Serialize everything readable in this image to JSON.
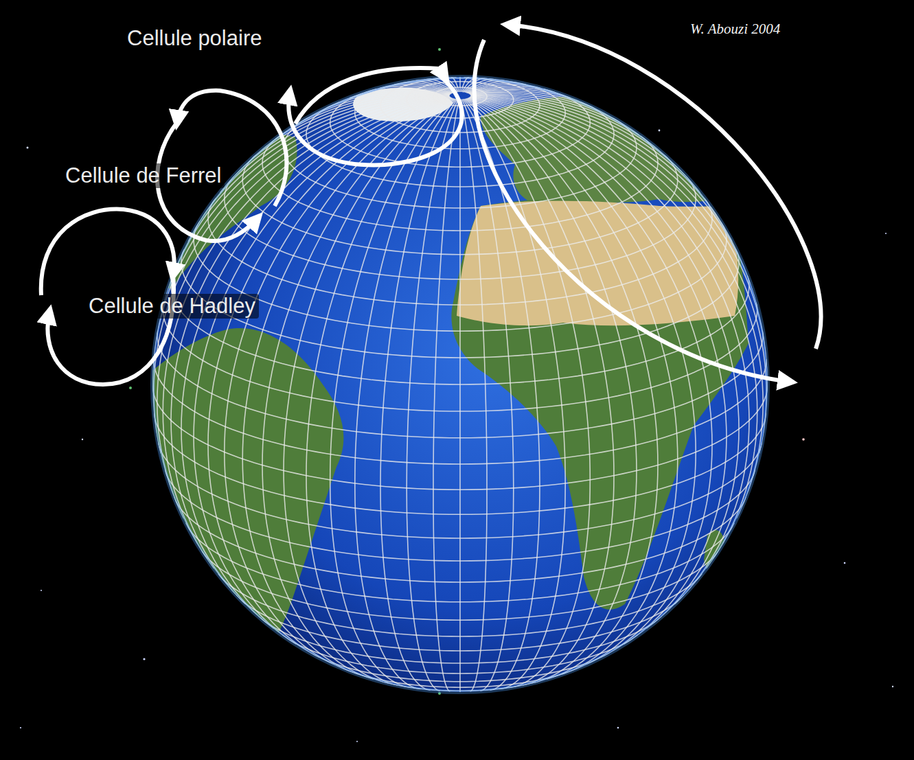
{
  "diagram": {
    "labels": [
      "Cellule polaire",
      "Cellule de Ferrel",
      "Cellule de Hadley",
      "W. Abouzi 2004"
    ]
  }
}
